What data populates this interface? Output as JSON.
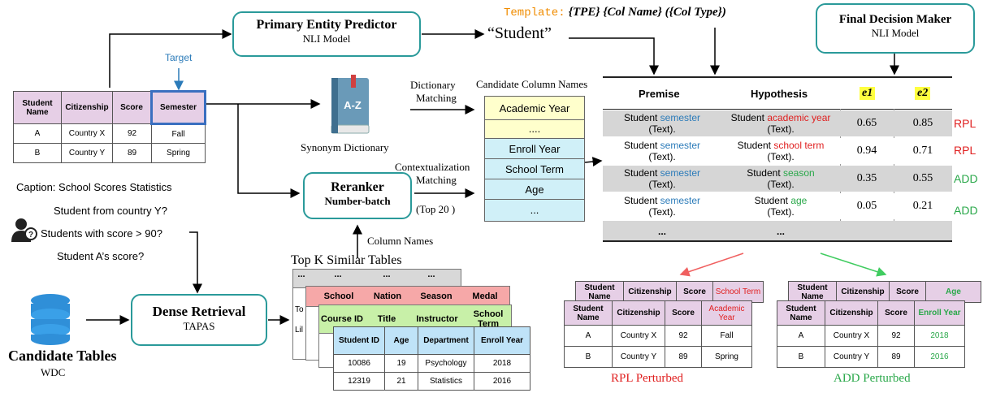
{
  "template": {
    "prefix": "Template:",
    "body": "{TPE} {Col Name} ({Col Type})"
  },
  "pep": {
    "title": "Primary Entity Predictor",
    "sub": "NLI Model"
  },
  "fdm": {
    "title": "Final Decision Maker",
    "sub": "NLI Model"
  },
  "student_quote": "“Student”",
  "target_label": "Target",
  "source_table": {
    "headers": [
      "Student Name",
      "Citizenship",
      "Score",
      "Semester"
    ],
    "rows": [
      [
        "A",
        "Country X",
        "92",
        "Fall"
      ],
      [
        "B",
        "Country Y",
        "89",
        "Spring"
      ]
    ]
  },
  "synonym_dictionary": "Synonym Dictionary",
  "dict_matching": {
    "l1": "Dictionary",
    "l2": "Matching"
  },
  "context_matching": {
    "l1": "Contextualization",
    "l2": "Matching",
    "l3": "(Top 20 )"
  },
  "candidate_header": "Candidate Column Names",
  "candidates": [
    "Academic Year",
    "....",
    "Enroll Year",
    "School Term",
    "Age",
    "..."
  ],
  "reranker": {
    "title": "Reranker",
    "sub": "Number-batch"
  },
  "caption": "Caption: School Scores Statistics",
  "questions": [
    "Student from country Y?",
    "Students with score > 90?",
    "Student A’s score?"
  ],
  "column_names": "Column Names",
  "top_k": "Top K Similar Tables",
  "dense": {
    "title": "Dense Retrieval",
    "sub": "TAPAS"
  },
  "candidate_tables": {
    "title": "Candidate Tables",
    "sub": "WDC"
  },
  "decision": {
    "headers": [
      "Premise",
      "Hypothesis",
      "e1",
      "e2"
    ],
    "rows": [
      {
        "p_a": "Student ",
        "p_b": "semester",
        "p_c": "(Text).",
        "h_a": "Student ",
        "h_b": "academic year",
        "h_c": "(Text).",
        "h_color": "red",
        "e1": "0.65",
        "e2": "0.85",
        "tag": "RPL"
      },
      {
        "p_a": "Student ",
        "p_b": "semester",
        "p_c": "(Text).",
        "h_a": "Student  ",
        "h_b": "school term",
        "h_c": "(Text).",
        "h_color": "red",
        "e1": "0.94",
        "e2": "0.71",
        "tag": "RPL"
      },
      {
        "p_a": "Student ",
        "p_b": "semester",
        "p_c": "(Text).",
        "h_a": "Student ",
        "h_b": "season",
        "h_c": "(Text).",
        "h_color": "green",
        "e1": "0.35",
        "e2": "0.55",
        "tag": "ADD"
      },
      {
        "p_a": "Student ",
        "p_b": "semester",
        "p_c": "(Text).",
        "h_a": "Student ",
        "h_b": "age",
        "h_c": "(Text).",
        "h_color": "green",
        "e1": "0.05",
        "e2": "0.21",
        "tag": "ADD"
      }
    ],
    "ellipsis": "..."
  },
  "stack_tables": {
    "t1": [
      "...",
      "...",
      "...",
      "..."
    ],
    "t2": [
      "School",
      "Nation",
      "Season",
      "Medal"
    ],
    "t2_side": [
      "To",
      "Lil"
    ],
    "t3": [
      "Course ID",
      "Title",
      "Instructor",
      "School Term"
    ],
    "t4_headers": [
      "Student ID",
      "Age",
      "Department",
      "Enroll Year"
    ],
    "t4_rows": [
      [
        "10086",
        "19",
        "Psychology",
        "2018"
      ],
      [
        "12319",
        "21",
        "Statistics",
        "2016"
      ]
    ]
  },
  "rpl": {
    "back_headers": [
      "Student Name",
      "Citizenship",
      "Score",
      "School Term"
    ],
    "headers": [
      "Student Name",
      "Citizenship",
      "Score",
      "Academic Year"
    ],
    "rows": [
      [
        "A",
        "Country X",
        "92",
        "Fall"
      ],
      [
        "B",
        "Country Y",
        "89",
        "Spring"
      ]
    ],
    "label": "RPL Perturbed"
  },
  "add": {
    "back_headers": [
      "Student Name",
      "Citizenship",
      "Score",
      "Age"
    ],
    "headers": [
      "Student Name",
      "Citizenship",
      "Score",
      "Enroll Year"
    ],
    "rows": [
      [
        "A",
        "Country X",
        "92",
        "2018"
      ],
      [
        "B",
        "Country Y",
        "89",
        "2016"
      ]
    ],
    "label": "ADD Perturbed"
  },
  "colors": {
    "teal": "#2a9a9a",
    "pink": "#d9b3d9",
    "yellow": "#ffffcc",
    "cyan": "#d0f0f8",
    "red": "#e02020",
    "green": "#2aa84a",
    "blue": "#2b7bb9"
  }
}
